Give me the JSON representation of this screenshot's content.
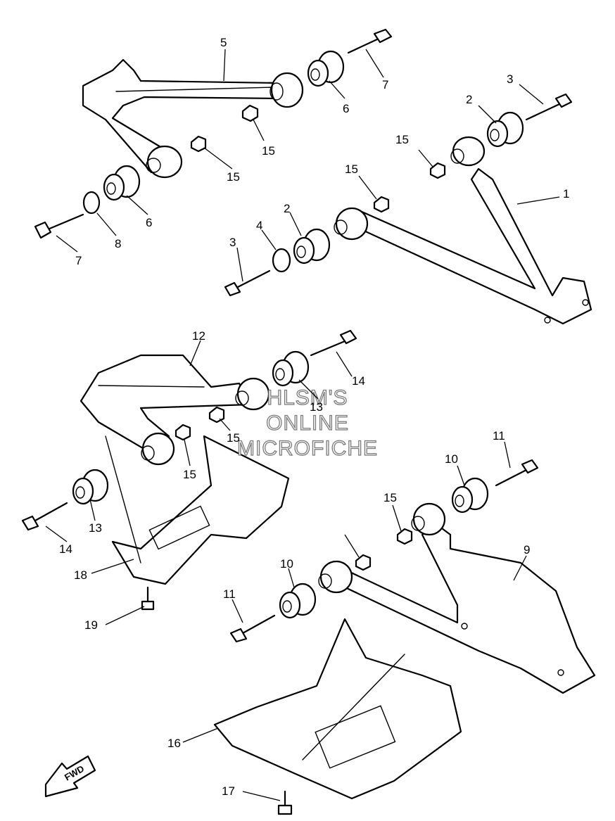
{
  "watermark": [
    "HLSM'S",
    "ONLINE",
    "MICROFICHE"
  ],
  "direction_label": "FWD",
  "callouts": [
    "1",
    "2",
    "2",
    "3",
    "3",
    "4",
    "5",
    "6",
    "6",
    "7",
    "7",
    "8",
    "9",
    "10",
    "10",
    "11",
    "11",
    "12",
    "13",
    "13",
    "14",
    "14",
    "15",
    "15",
    "15",
    "15",
    "15",
    "15",
    "15",
    "16",
    "17",
    "18",
    "19"
  ]
}
